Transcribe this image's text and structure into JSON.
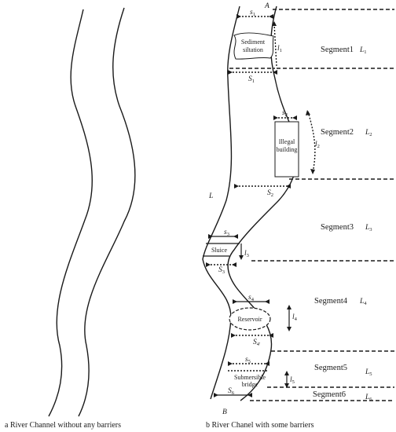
{
  "captions": {
    "left": "a  River Channel without any  barriers",
    "right": "b  River Chanel with some  barriers"
  },
  "points": {
    "top": "A",
    "bottom": "B",
    "length": "L"
  },
  "segments": [
    {
      "label": "Segment1",
      "length": "L",
      "index": "1"
    },
    {
      "label": "Segment2",
      "length": "L",
      "index": "2"
    },
    {
      "label": "Segment3",
      "length": "L",
      "index": "3"
    },
    {
      "label": "Segment4",
      "length": "L",
      "index": "4"
    },
    {
      "label": "Segment5",
      "length": "L",
      "index": "5"
    },
    {
      "label": "Segment6",
      "length": "L",
      "index": "6"
    }
  ],
  "obstacles": {
    "sediment": {
      "line1": "Sediment",
      "line2": "siltation"
    },
    "building": {
      "line1": "Illegal",
      "line2": "building"
    },
    "sluice": "Sluice",
    "reservoir": "Reservoir",
    "bridge": {
      "line1": "Submersible",
      "line2": "bridge"
    }
  },
  "symbols": {
    "s": "s",
    "S": "S",
    "l": "l",
    "i1": "1",
    "i2": "2",
    "i3": "3",
    "i4": "4",
    "i5": "5",
    "i6": "6",
    "i4p": "4'"
  }
}
